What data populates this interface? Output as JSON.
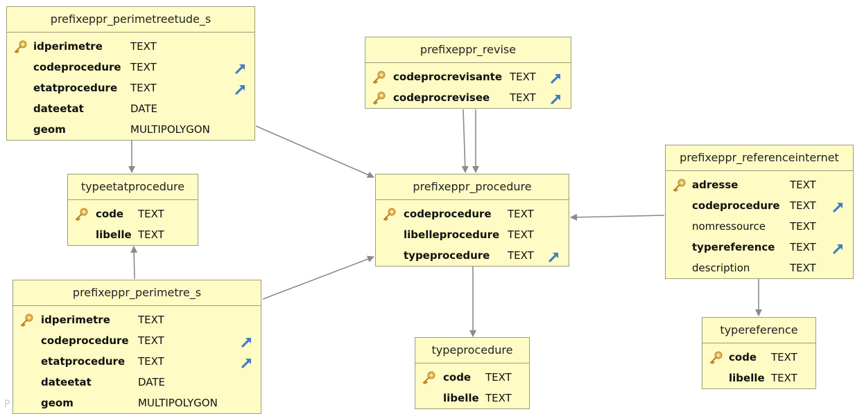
{
  "diagram": {
    "watermark": "P",
    "tables": [
      {
        "id": "perimetreetude",
        "name": "prefixeppr_perimetreetude_s",
        "columns": [
          {
            "name": "idperimetre",
            "type": "TEXT",
            "pk": true,
            "fk": false,
            "bold": true
          },
          {
            "name": "codeprocedure",
            "type": "TEXT",
            "pk": false,
            "fk": true,
            "bold": true
          },
          {
            "name": "etatprocedure",
            "type": "TEXT",
            "pk": false,
            "fk": true,
            "bold": true
          },
          {
            "name": "dateetat",
            "type": "DATE",
            "pk": false,
            "fk": false,
            "bold": true
          },
          {
            "name": "geom",
            "type": "MULTIPOLYGON",
            "pk": false,
            "fk": false,
            "bold": true
          }
        ]
      },
      {
        "id": "typeetatprocedure",
        "name": "typeetatprocedure",
        "columns": [
          {
            "name": "code",
            "type": "TEXT",
            "pk": true,
            "fk": false,
            "bold": true
          },
          {
            "name": "libelle",
            "type": "TEXT",
            "pk": false,
            "fk": false,
            "bold": true
          }
        ]
      },
      {
        "id": "perimetre",
        "name": "prefixeppr_perimetre_s",
        "columns": [
          {
            "name": "idperimetre",
            "type": "TEXT",
            "pk": true,
            "fk": false,
            "bold": true
          },
          {
            "name": "codeprocedure",
            "type": "TEXT",
            "pk": false,
            "fk": true,
            "bold": true
          },
          {
            "name": "etatprocedure",
            "type": "TEXT",
            "pk": false,
            "fk": true,
            "bold": true
          },
          {
            "name": "dateetat",
            "type": "DATE",
            "pk": false,
            "fk": false,
            "bold": true
          },
          {
            "name": "geom",
            "type": "MULTIPOLYGON",
            "pk": false,
            "fk": false,
            "bold": true
          }
        ]
      },
      {
        "id": "revise",
        "name": "prefixeppr_revise",
        "columns": [
          {
            "name": "codeprocrevisante",
            "type": "TEXT",
            "pk": true,
            "fk": true,
            "bold": true
          },
          {
            "name": "codeprocrevisee",
            "type": "TEXT",
            "pk": true,
            "fk": true,
            "bold": true
          }
        ]
      },
      {
        "id": "procedure",
        "name": "prefixeppr_procedure",
        "columns": [
          {
            "name": "codeprocedure",
            "type": "TEXT",
            "pk": true,
            "fk": false,
            "bold": true
          },
          {
            "name": "libelleprocedure",
            "type": "TEXT",
            "pk": false,
            "fk": false,
            "bold": true
          },
          {
            "name": "typeprocedure",
            "type": "TEXT",
            "pk": false,
            "fk": true,
            "bold": true
          }
        ]
      },
      {
        "id": "typeprocedure",
        "name": "typeprocedure",
        "columns": [
          {
            "name": "code",
            "type": "TEXT",
            "pk": true,
            "fk": false,
            "bold": true
          },
          {
            "name": "libelle",
            "type": "TEXT",
            "pk": false,
            "fk": false,
            "bold": true
          }
        ]
      },
      {
        "id": "referenceinternet",
        "name": "prefixeppr_referenceinternet",
        "columns": [
          {
            "name": "adresse",
            "type": "TEXT",
            "pk": true,
            "fk": false,
            "bold": true
          },
          {
            "name": "codeprocedure",
            "type": "TEXT",
            "pk": false,
            "fk": true,
            "bold": true
          },
          {
            "name": "nomressource",
            "type": "TEXT",
            "pk": false,
            "fk": false,
            "bold": false
          },
          {
            "name": "typereference",
            "type": "TEXT",
            "pk": false,
            "fk": true,
            "bold": true
          },
          {
            "name": "description",
            "type": "TEXT",
            "pk": false,
            "fk": false,
            "bold": false
          }
        ]
      },
      {
        "id": "typereference",
        "name": "typereference",
        "columns": [
          {
            "name": "code",
            "type": "TEXT",
            "pk": true,
            "fk": false,
            "bold": true
          },
          {
            "name": "libelle",
            "type": "TEXT",
            "pk": false,
            "fk": false,
            "bold": true
          }
        ]
      }
    ],
    "relations": [
      {
        "from": "perimetreetude",
        "to": "typeetatprocedure"
      },
      {
        "from": "perimetreetude",
        "to": "procedure"
      },
      {
        "from": "perimetre",
        "to": "typeetatprocedure"
      },
      {
        "from": "perimetre",
        "to": "procedure"
      },
      {
        "from": "revise",
        "to": "procedure",
        "column": "codeprocrevisante"
      },
      {
        "from": "revise",
        "to": "procedure",
        "column": "codeprocrevisee"
      },
      {
        "from": "procedure",
        "to": "typeprocedure"
      },
      {
        "from": "referenceinternet",
        "to": "procedure"
      },
      {
        "from": "referenceinternet",
        "to": "typereference"
      }
    ],
    "colors": {
      "entity_fill": "#fefbc4",
      "entity_border": "#9d9d7a",
      "edge": "#8a8a8a",
      "fk_icon": "#3f7fc2",
      "pk_icon": "#d9a53a"
    }
  }
}
